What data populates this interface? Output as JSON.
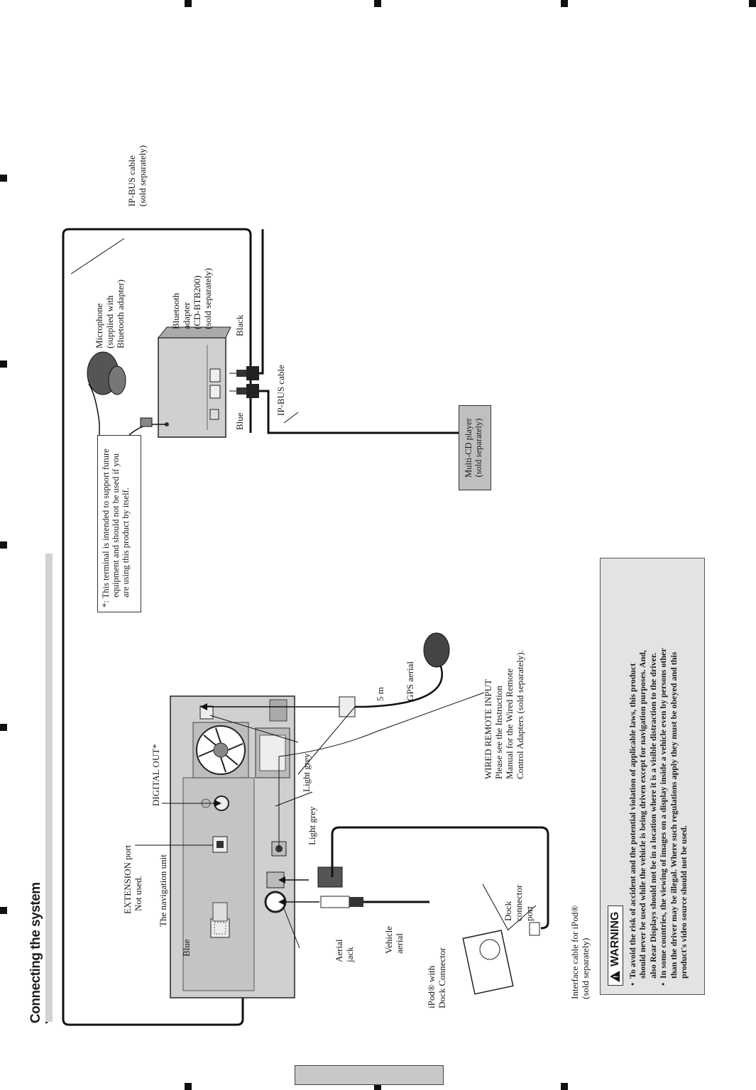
{
  "page": {
    "title": "Connecting the system"
  },
  "labels": {
    "ipbus_cable_top": [
      "IP-BUS cable",
      "(sold separately)"
    ],
    "microphone": [
      "Microphone",
      "(supplied with",
      "Bluetooth adapter)"
    ],
    "bluetooth_adapter": [
      "Bluetooth",
      "adapter",
      "(CD-BTB200)",
      "(sold separately)"
    ],
    "black": "Black",
    "blue_adapter": "Blue",
    "ipbus_cable_mid": "IP-BUS cable",
    "multi_cd": [
      "Multi-CD player",
      "(sold separately)"
    ],
    "footnote": [
      "*: This terminal is intended to support future",
      "equipment and should not be used if you",
      "are using this product by itself."
    ],
    "digital_out": "DIGITAL OUT*",
    "extension_port": [
      "EXTENSION port",
      "Not used."
    ],
    "navigation_unit": "The navigation unit",
    "blue_left": "Blue",
    "light_grey_1": "Light grey",
    "light_grey_2": "Light grey",
    "five_m": "5 m",
    "gps_aerial": "GPS aerial",
    "wired_remote": [
      "WIRED REMOTE INPUT",
      "Please see the Instruction",
      "Manual for the Wired Remote",
      "Control Adapters (sold separately)."
    ],
    "aerial_jack": [
      "Aerial",
      "jack"
    ],
    "vehicle_aerial": [
      "Vehicle",
      "aerial"
    ],
    "dock_connector_port": [
      "Dock",
      "connector",
      "port"
    ],
    "ipod": [
      "iPod® with",
      "Dock Connector"
    ],
    "interface_cable": [
      "Interface cable for iPod®",
      "(sold separately)"
    ]
  },
  "warning": {
    "heading": "WARNING",
    "items": [
      [
        "To avoid the risk of accident and the potential violation of applicable laws, this product",
        "should never be used while the vehicle is being driven except for navigation purposes. And,",
        "also Rear Displays should not be in a location where it is a visible distraction to the driver."
      ],
      [
        "In some countries, the viewing of images on a display inside a vehicle even by persons other",
        "than the driver may be illegal. Where such regulations apply they must be obeyed and this",
        "product's video source should not be used."
      ]
    ]
  },
  "colors": {
    "ink": "#1a1a1a",
    "unit_fill": "#cfcfcf",
    "panel_grey": "#bfbfbf",
    "warning_bg": "#e3e3e3"
  }
}
